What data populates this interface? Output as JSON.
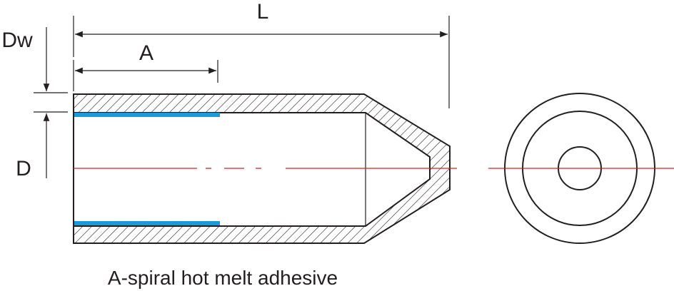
{
  "labels": {
    "L": "L",
    "A": "A",
    "Dw": "Dw",
    "D": "D"
  },
  "caption": "A-spiral hot melt adhesive",
  "colors": {
    "line": "#231f20",
    "adhesive": "#1a9ad6",
    "centerline": "#d0202a"
  }
}
